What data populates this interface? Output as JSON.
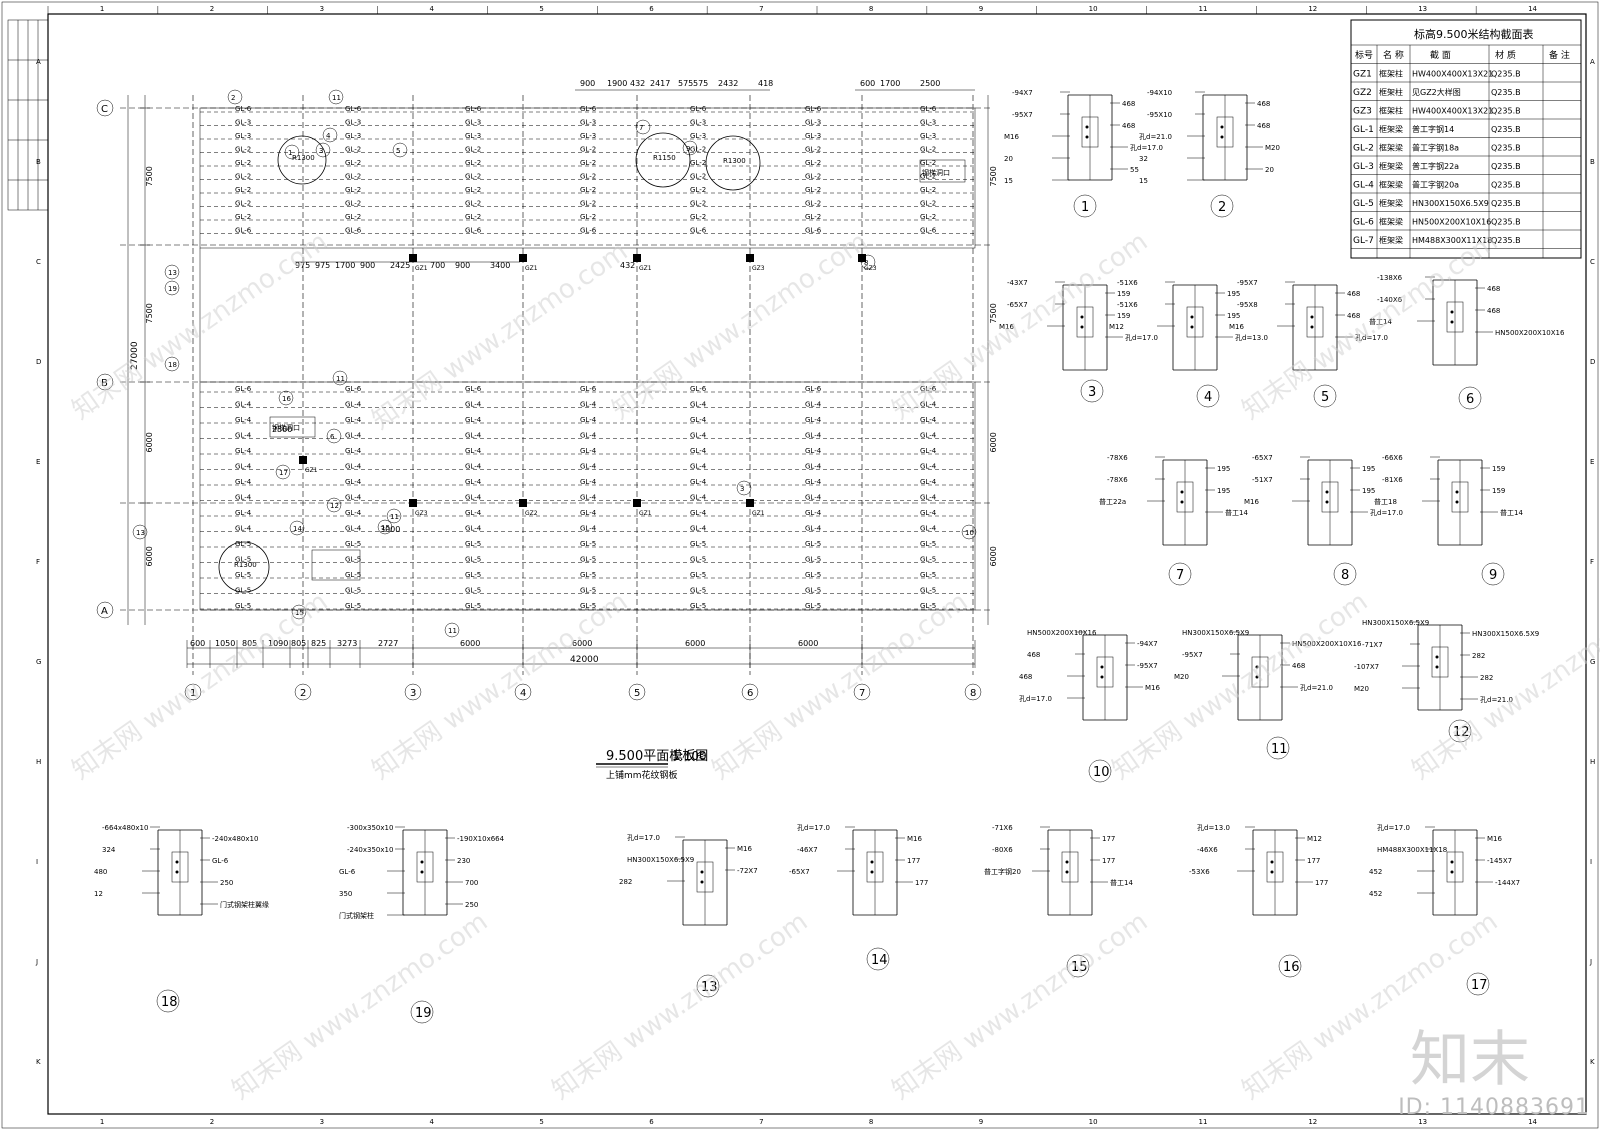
{
  "frame": {
    "col_numbers": [
      "1",
      "2",
      "3",
      "4",
      "5",
      "6",
      "7",
      "8",
      "9",
      "10",
      "11",
      "12",
      "13",
      "14"
    ],
    "row_letters": [
      "A",
      "B",
      "C",
      "D",
      "E",
      "F",
      "G",
      "H",
      "I",
      "J",
      "K"
    ]
  },
  "table": {
    "title": "标高9.500米结构截面表",
    "headers": [
      "标号",
      "名 称",
      "截 面",
      "材 质",
      "备 注"
    ],
    "rows": [
      [
        "GZ1",
        "框架柱",
        "HW400X400X13X21",
        "Q235.B",
        ""
      ],
      [
        "GZ2",
        "框架柱",
        "见GZ2大样图",
        "Q235.B",
        ""
      ],
      [
        "GZ3",
        "框架柱",
        "HW400X400X13X21",
        "Q235.B",
        ""
      ],
      [
        "GL-1",
        "框架梁",
        "普工字钢14",
        "Q235.B",
        ""
      ],
      [
        "GL-2",
        "框架梁",
        "普工字钢18a",
        "Q235.B",
        ""
      ],
      [
        "GL-3",
        "框架梁",
        "普工字钢22a",
        "Q235.B",
        ""
      ],
      [
        "GL-4",
        "框架梁",
        "普工字钢20a",
        "Q235.B",
        ""
      ],
      [
        "GL-5",
        "框架梁",
        "HN300X150X6.5X9",
        "Q235.B",
        ""
      ],
      [
        "GL-6",
        "框架梁",
        "HN500X200X10X16",
        "Q235.B",
        ""
      ],
      [
        "GL-7",
        "框架梁",
        "HM488X300X11X18",
        "Q235.B",
        ""
      ]
    ]
  },
  "plan": {
    "title": "9.500平面模板图",
    "scale": "1:100",
    "note": "上铺mm花纹钢板",
    "axis_cols": [
      "1",
      "2",
      "3",
      "4",
      "5",
      "6",
      "7",
      "8"
    ],
    "axis_rows": [
      "C",
      "B",
      "A"
    ],
    "bottom_dims": [
      "600",
      "1050",
      "805",
      "1090",
      "805",
      "825",
      "3273",
      "2727",
      "6000",
      "6000",
      "6000",
      "6000"
    ],
    "total_dim": "42000",
    "left_dims": [
      "7500",
      "7500",
      "6000",
      "6000"
    ],
    "left_total": "27000",
    "right_dims": [
      "7500",
      "7500",
      "6000",
      "6000"
    ],
    "top_dims_a": [
      "900",
      "1900",
      "432",
      "2417",
      "575",
      "575",
      "2432",
      "418"
    ],
    "top_dims_b": [
      "600",
      "1700",
      "2500"
    ],
    "mid_dims": [
      "975",
      "975",
      "1700",
      "900",
      "2425",
      "700",
      "900",
      "3400"
    ],
    "mid_label": "432",
    "radius_labels": [
      "R1300",
      "R1150",
      "R1300"
    ],
    "opening_label": "钢梯洞口",
    "upper_beams": [
      "GL-6",
      "GL-3",
      "GL-3",
      "GL-2",
      "GL-2",
      "GL-2",
      "GL-2",
      "GL-2",
      "GL-2",
      "GL-6"
    ],
    "lower_beams": [
      "GL-6",
      "GL-4",
      "GL-4",
      "GL-4",
      "GL-4",
      "GL-4",
      "GL-4",
      "GL-4",
      "GL-4",
      "GL-4",
      "GL-5",
      "GL-5",
      "GL-5",
      "GL-5",
      "GL-5"
    ],
    "col_labels": [
      "GZ1",
      "GZ1",
      "GZ1",
      "GZ3",
      "GZ3",
      "GZ3",
      "GZ2"
    ],
    "dim_2500": "2500",
    "dim_3000": "3000"
  },
  "details": [
    {
      "num": "1",
      "labels": [
        "-94X7",
        "468",
        "-95X7",
        "468",
        "M16",
        "孔d=17.0",
        "20",
        "55",
        "15"
      ]
    },
    {
      "num": "2",
      "labels": [
        "-94X10",
        "468",
        "-95X10",
        "468",
        "孔d=21.0",
        "M20",
        "32",
        "20",
        "15"
      ]
    },
    {
      "num": "3",
      "labels": [
        "-43X7",
        "159",
        "-65X7",
        "159",
        "M16",
        "孔d=17.0"
      ]
    },
    {
      "num": "4",
      "labels": [
        "-51X6",
        "195",
        "-51X6",
        "195",
        "M12",
        "孔d=13.0"
      ]
    },
    {
      "num": "5",
      "labels": [
        "-95X7",
        "468",
        "-95X8",
        "468",
        "M16",
        "孔d=17.0"
      ]
    },
    {
      "num": "6",
      "labels": [
        "-138X6",
        "468",
        "-140X6",
        "468",
        "普工14",
        "HN500X200X10X16"
      ]
    },
    {
      "num": "7",
      "labels": [
        "-78X6",
        "195",
        "-78X6",
        "195",
        "普工22a",
        "普工14"
      ]
    },
    {
      "num": "8",
      "labels": [
        "-65X7",
        "195",
        "-51X7",
        "195",
        "M16",
        "孔d=17.0"
      ]
    },
    {
      "num": "9",
      "labels": [
        "-66X6",
        "159",
        "-81X6",
        "159",
        "普工18",
        "普工14"
      ]
    },
    {
      "num": "10",
      "labels": [
        "HN500X200X10X16",
        "-94X7",
        "468",
        "-95X7",
        "468",
        "M16",
        "孔d=17.0"
      ]
    },
    {
      "num": "11",
      "labels": [
        "HN300X150X6.5X9",
        "HN500X200X10X16",
        "-95X7",
        "468",
        "M20",
        "孔d=21.0"
      ]
    },
    {
      "num": "12",
      "labels": [
        "HN300X150X6.5X9",
        "HN300X150X6.5X9",
        "-71X7",
        "282",
        "-107X7",
        "282",
        "M20",
        "孔d=21.0"
      ]
    },
    {
      "num": "13",
      "labels": [
        "孔d=17.0",
        "M16",
        "HN300X150X6.5X9",
        "-72X7",
        "282"
      ]
    },
    {
      "num": "14",
      "labels": [
        "孔d=17.0",
        "M16",
        "-46X7",
        "177",
        "-65X7",
        "177"
      ]
    },
    {
      "num": "15",
      "labels": [
        "-71X6",
        "177",
        "-80X6",
        "177",
        "普工字钢20",
        "普工14"
      ]
    },
    {
      "num": "16",
      "labels": [
        "孔d=13.0",
        "M12",
        "-46X6",
        "177",
        "-53X6",
        "177"
      ]
    },
    {
      "num": "17",
      "labels": [
        "孔d=17.0",
        "M16",
        "HM488X300X11X18",
        "-145X7",
        "452",
        "-144X7",
        "452"
      ]
    },
    {
      "num": "18",
      "labels": [
        "-664x480x10",
        "-240x480x10",
        "324",
        "GL-6",
        "480",
        "250",
        "12",
        "门式钢架柱翼缘"
      ]
    },
    {
      "num": "19",
      "labels": [
        "-300x350x10",
        "-190X10x664",
        "-240x350x10",
        "230",
        "GL-6",
        "700",
        "350",
        "250",
        "门式钢架柱"
      ]
    }
  ],
  "watermark": "知末网 www.znzmo.com",
  "logo_text": "知末",
  "id_text": "ID: 1140883691"
}
